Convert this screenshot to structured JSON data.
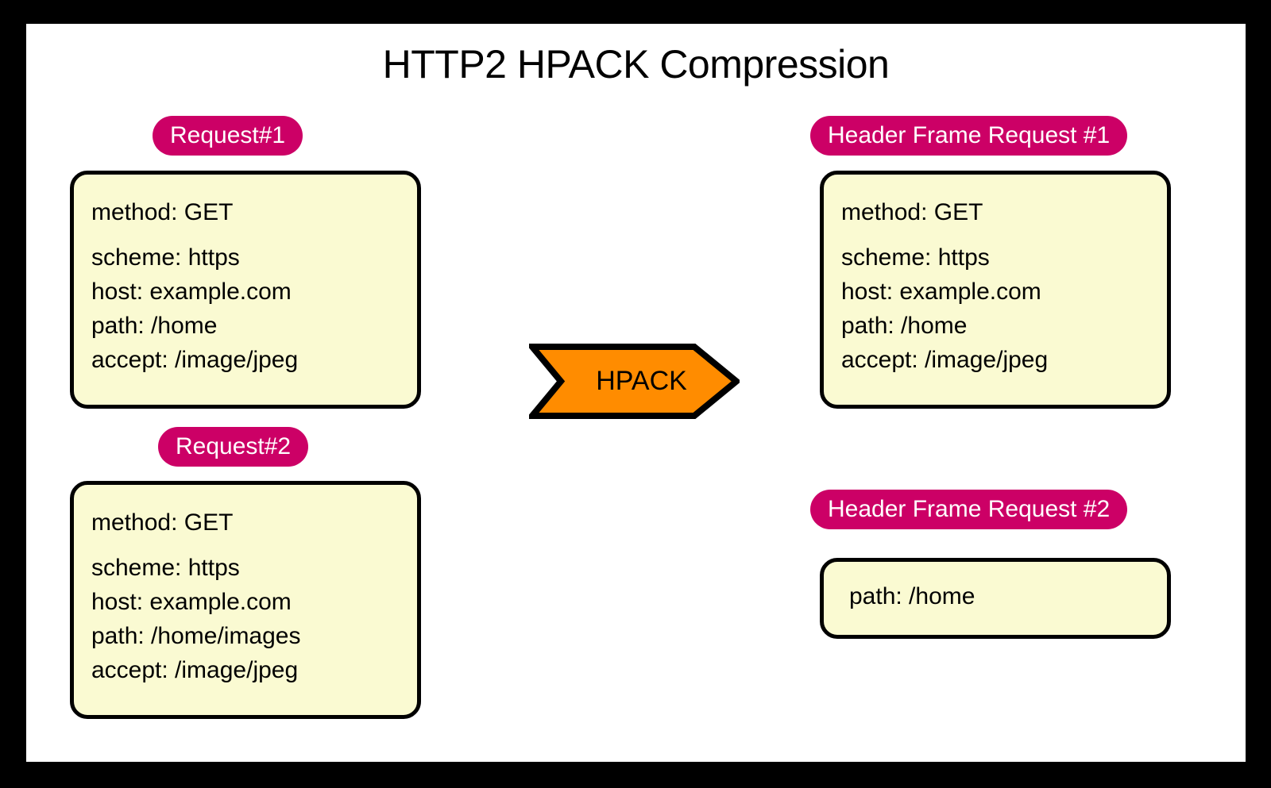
{
  "title": "HTTP2 HPACK Compression",
  "colors": {
    "badge": "#CC0066",
    "card_fill": "#FAFAD2",
    "card_border": "#000000",
    "arrow_fill": "#FF8C00",
    "canvas": "#FFFFFF",
    "frame": "#000000",
    "text": "#000000"
  },
  "process": {
    "arrow_label": "HPACK",
    "arrow_direction": "right"
  },
  "left_column": [
    {
      "badge": "Request#1",
      "lines": [
        "method: GET",
        "scheme: https",
        "host: example.com",
        "path: /home",
        "accept: /image/jpeg"
      ]
    },
    {
      "badge": "Request#2",
      "lines": [
        "method: GET",
        "scheme: https",
        "host: example.com",
        "path: /home/images",
        "accept: /image/jpeg"
      ]
    }
  ],
  "right_column": [
    {
      "badge": "Header Frame Request #1",
      "lines": [
        "method: GET",
        "scheme: https",
        "host: example.com",
        "path: /home",
        "accept: /image/jpeg"
      ]
    },
    {
      "badge": "Header Frame Request #2",
      "lines": [
        "path: /home"
      ]
    }
  ]
}
